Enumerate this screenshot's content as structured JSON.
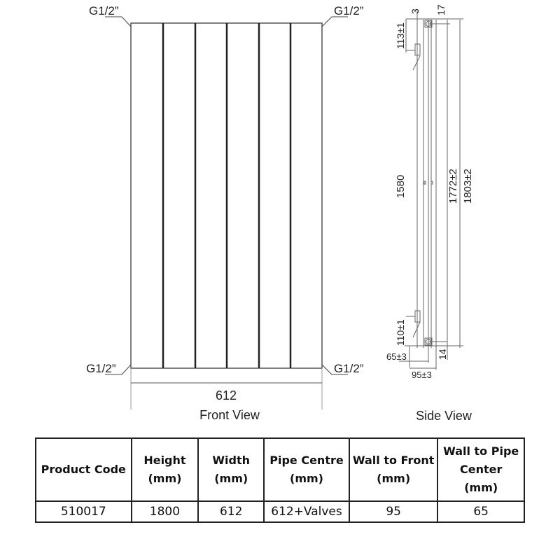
{
  "front_view": {
    "title": "Front View",
    "width_dim": "612",
    "connections": {
      "top_left": "G1/2”",
      "top_right": "G1/2”",
      "bottom_left": "G1/2”",
      "bottom_right": "G1/2”"
    },
    "panel_count": 6
  },
  "side_view": {
    "title": "Side View",
    "dims": {
      "top_gap": "3",
      "top_pipe": "17",
      "top_bracket": "113±1",
      "bracket_span": "1580",
      "inner_height": "1772±2",
      "overall_height": "1803±2",
      "bottom_bracket": "110±1",
      "bottom_pipe": "14",
      "wall_to_pipe": "65±3",
      "wall_to_front": "95±3"
    }
  },
  "table": {
    "headers": [
      "Product  Code",
      "Height (mm)",
      "Width (mm)",
      "Pipe Centre (mm)",
      "Wall to Front (mm)",
      "Wall to Pipe Center (mm)"
    ],
    "header_lines": [
      [
        "Product  Code"
      ],
      [
        "Height",
        "(mm)"
      ],
      [
        "Width",
        "(mm)"
      ],
      [
        "Pipe Centre",
        "(mm)"
      ],
      [
        "Wall to Front",
        "(mm)"
      ],
      [
        "Wall to Pipe",
        "Center",
        "(mm)"
      ]
    ],
    "rows": [
      [
        "510017",
        "1800",
        "612",
        "612+Valves",
        "95",
        "65"
      ]
    ]
  }
}
